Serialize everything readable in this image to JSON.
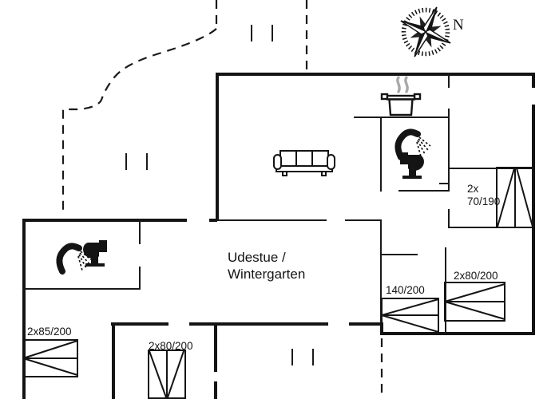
{
  "compass": {
    "label": "N"
  },
  "rooms": {
    "winter_garden_line1": "Udestue /",
    "winter_garden_line2": "Wintergarten"
  },
  "beds": {
    "bunk_line1": "2x",
    "bunk_line2": "70/190",
    "bed_140": "140/200",
    "bed_80_east": "2x80/200",
    "bed_85_west": "2x85/200",
    "bed_80_south": "2x80/200"
  },
  "colors": {
    "wall": "#141414",
    "background": "#ffffff",
    "steam": "#a8a8a8"
  },
  "icons": {
    "compass": "compass-rose-icon",
    "kitchen": "cooking-pot-icon",
    "bathroom": [
      "shower-head-icon",
      "toilet-icon"
    ],
    "living": "sofa-icon",
    "furniture": "bed-icon"
  }
}
